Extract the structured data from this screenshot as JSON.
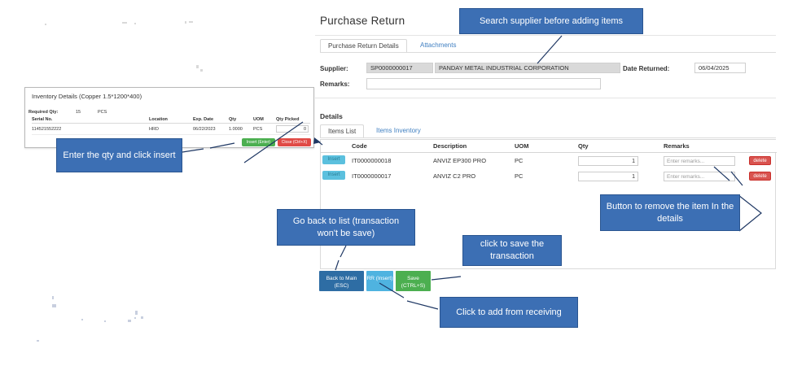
{
  "page": {
    "title": "Purchase Return"
  },
  "tabs": [
    {
      "label": "Purchase Return Details",
      "active": true
    },
    {
      "label": "Attachments",
      "active": false
    }
  ],
  "header_form": {
    "supplier_label": "Supplier:",
    "supplier_code": "SP0000000017",
    "supplier_name": "PANDAY METAL INDUSTRIAL CORPORATION",
    "remarks_label": "Remarks:",
    "remarks_value": "",
    "date_returned_label": "Date Returned:",
    "date_returned_value": "06/04/2025"
  },
  "details": {
    "heading": "Details",
    "tabs": [
      {
        "label": "Items List",
        "active": true
      },
      {
        "label": "Items Inventory",
        "active": false
      }
    ],
    "columns": [
      "",
      "Code",
      "Description",
      "UOM",
      "Qty",
      "Remarks",
      ""
    ],
    "rows": [
      {
        "insert_label": "Insert",
        "code": "IT0000000018",
        "description": "ANVIZ EP300 PRO",
        "uom": "PC",
        "qty": "1",
        "remarks_placeholder": "Enter remarks...",
        "delete_label": "delete"
      },
      {
        "insert_label": "Insert",
        "code": "IT0000000017",
        "description": "ANVIZ C2 PRO",
        "uom": "PC",
        "qty": "1",
        "remarks_placeholder": "Enter remarks...",
        "delete_label": "delete"
      }
    ]
  },
  "actions": {
    "back_to_main": "Back to Main (ESC)",
    "rr": "RR (Insert)",
    "save": "Save (CTRL+S)"
  },
  "inventory_modal": {
    "title": "Inventory Details (Copper 1.5*1200*400)",
    "required_qty_label": "Required Qty:",
    "required_qty_value": "15",
    "required_qty_uom": "PCS",
    "columns": [
      "Serial No.",
      "Location",
      "Exp. Date",
      "Qty",
      "UOM",
      "Qty Picked"
    ],
    "rows": [
      {
        "serial_no": "114521552222",
        "location": "HRD",
        "exp_date": "06/22/2023",
        "qty": "1.0000",
        "uom": "PCS",
        "qty_picked": "0"
      }
    ],
    "insert_button": "Insert (Enter)",
    "close_button": "Close (Ctrl+X)"
  },
  "callouts": {
    "search_supplier": "Search supplier before adding items",
    "enter_qty": "Enter the qty and click insert",
    "go_back": "Go back to list (transaction won't be save)",
    "remove_item": "Button to remove the item In the details",
    "save_transaction": "click to save the transaction",
    "add_receiving": "Click to add from receiving"
  },
  "colors": {
    "callout_fill": "#3c6fb4",
    "callout_border": "#2a5590",
    "delete_button": "#d9534f",
    "insert_chip": "#5bc0de",
    "save_button": "#4caf50",
    "back_button": "#2e6da4",
    "rr_button": "#4fb3e0",
    "field_grey": "#d9d9d9"
  }
}
